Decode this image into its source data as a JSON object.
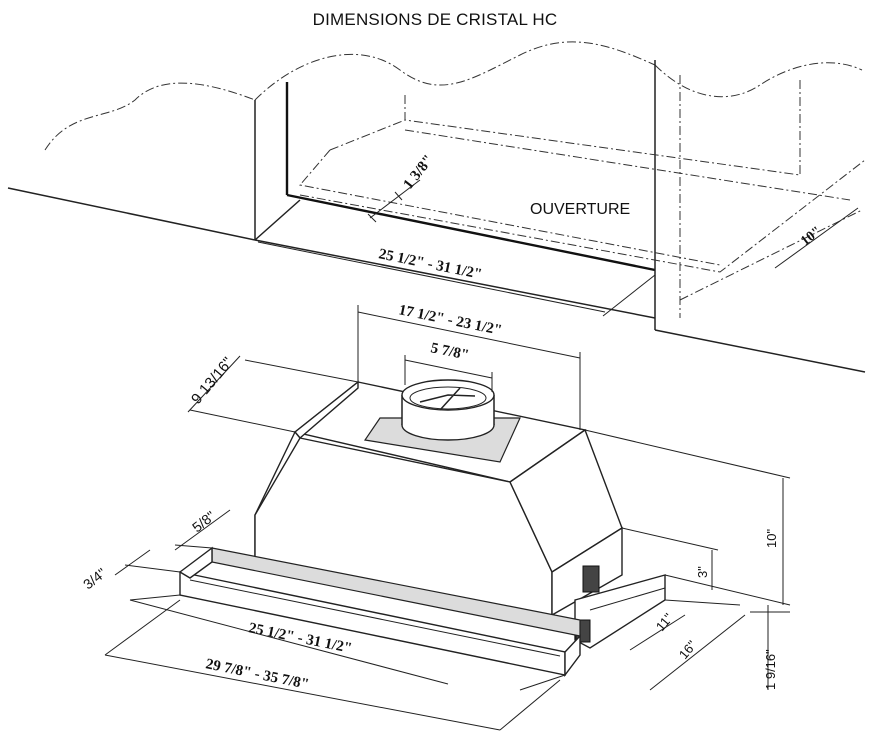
{
  "title": "DIMENSIONS DE CRISTAL HC",
  "labels": {
    "opening": "OUVERTURE",
    "frame_offset": "1 3/8\"",
    "opening_width": "25 1/2\" - 31 1/2\"",
    "opening_depth": "10\"",
    "body_width": "17 1/2\" - 23 1/2\"",
    "duct_diameter": "5 7/8\"",
    "body_depth": "9 13/16\"",
    "front_trim": "5/8\"",
    "bar_thickness": "3/4\"",
    "visor_width": "25 1/2\" - 31 1/2\"",
    "overall_width": "29  7/8\"  -  35  7/8\"",
    "total_height": "10\"",
    "visor_height": "3\"",
    "side_depth": "11\"",
    "overall_depth": "16\"",
    "bottom_height": "1  9/16\""
  },
  "colors": {
    "line": "#222222",
    "shade": "#dcdcdc",
    "background": "#ffffff"
  }
}
